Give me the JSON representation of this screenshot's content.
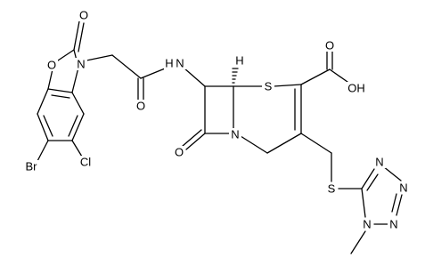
{
  "atoms": {
    "o_ring_ox": "O",
    "o_carbonyl_ox": "O",
    "n_ox": "N",
    "o_amide": "O",
    "n_amide_h": "N",
    "h_amide": "H",
    "h_stereo": "H",
    "s_ring": "S",
    "o_acid_top": "O",
    "o_acid_oh": "OH",
    "n_betalactam": "N",
    "o_betalactam": "O",
    "br": "Br",
    "cl": "Cl",
    "s_thio": "S",
    "n_tz_1": "N",
    "n_tz_2": "N",
    "n_tz_3": "N",
    "n_tz_4": "N"
  }
}
